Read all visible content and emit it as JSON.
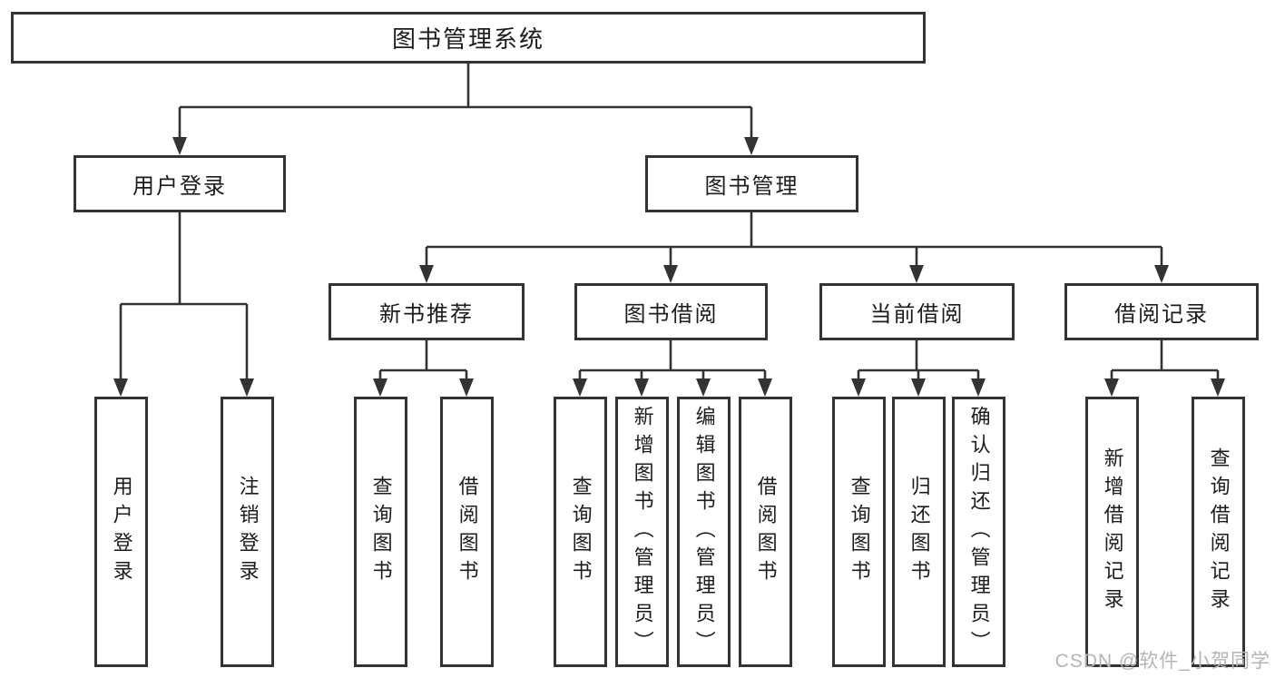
{
  "diagram": {
    "title": "图书管理系统",
    "root": {
      "label": "图书管理系统"
    },
    "level2": {
      "user_login": {
        "label": "用户登录"
      },
      "book_management": {
        "label": "图书管理"
      }
    },
    "level3": {
      "new_book_recommend": {
        "label": "新书推荐"
      },
      "book_borrow": {
        "label": "图书借阅"
      },
      "current_borrow": {
        "label": "当前借阅"
      },
      "borrow_records": {
        "label": "借阅记录"
      }
    },
    "leaves": {
      "user_login_children": [
        "用户登录",
        "注销登录"
      ],
      "new_book_recommend_children": [
        "查询图书",
        "借阅图书"
      ],
      "book_borrow_children": [
        "查询图书",
        "新增图书（管理员）",
        "编辑图书（管理员）",
        "借阅图书"
      ],
      "current_borrow_children": [
        "查询图书",
        "归还图书",
        "确认归还（管理员）"
      ],
      "borrow_records_children": [
        "新增借阅记录",
        "查询借阅记录"
      ]
    }
  },
  "watermark": "CSDN @软件_小贺同学",
  "colors": {
    "line": "#333333",
    "box_border": "#333333",
    "text": "#1c1c1c",
    "watermark": "#b5b5b5",
    "background": "#ffffff"
  }
}
